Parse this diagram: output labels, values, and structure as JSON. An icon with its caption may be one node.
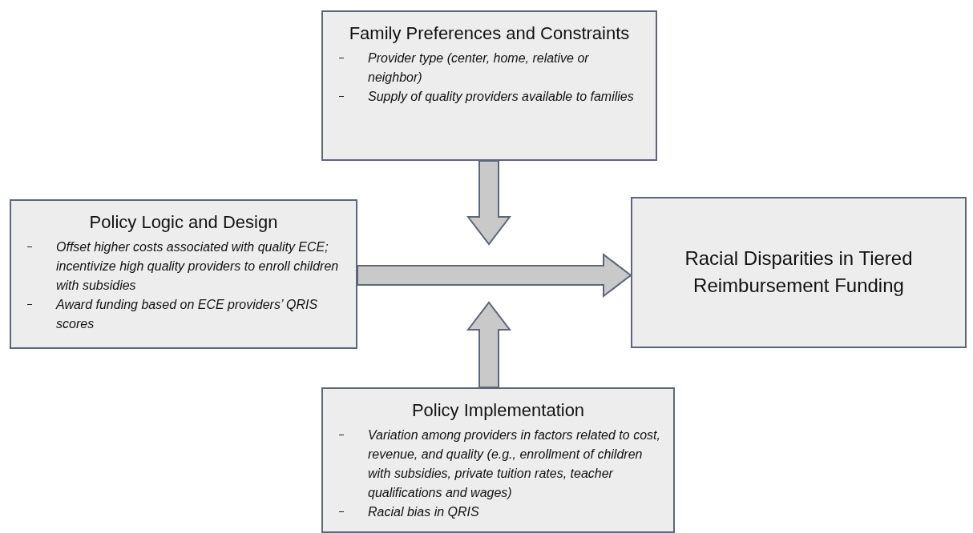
{
  "diagram": {
    "nodes": [
      {
        "text": [
          "Family Preferences and Constraints",
          "Provider type (center, home, relative or neighbor)",
          "Supply of quality providers available to families"
        ]
      },
      {
        "text": [
          "Policy Logic and Design",
          "Offset higher costs associated with quality ECE; incentivize high quality providers to enroll children with subsidies",
          "Award funding based on ECE providers’ QRIS scores"
        ]
      },
      {
        "text": [
          "Racial Disparities in Tiered Reimbursement Funding"
        ]
      },
      {
        "text": [
          "Policy Implementation",
          "Variation among providers in factors related to cost, revenue, and quality (e.g., enrollment of children with subsidies, private tuition rates, teacher qualifications and wages)",
          "Racial bias in QRIS"
        ]
      }
    ],
    "edges": [
      {
        "from": 0,
        "to": null,
        "arrow": "to"
      },
      {
        "from": 1,
        "to": 2,
        "arrow": "to"
      },
      {
        "from": 3,
        "to": null,
        "arrow": "to"
      }
    ]
  }
}
